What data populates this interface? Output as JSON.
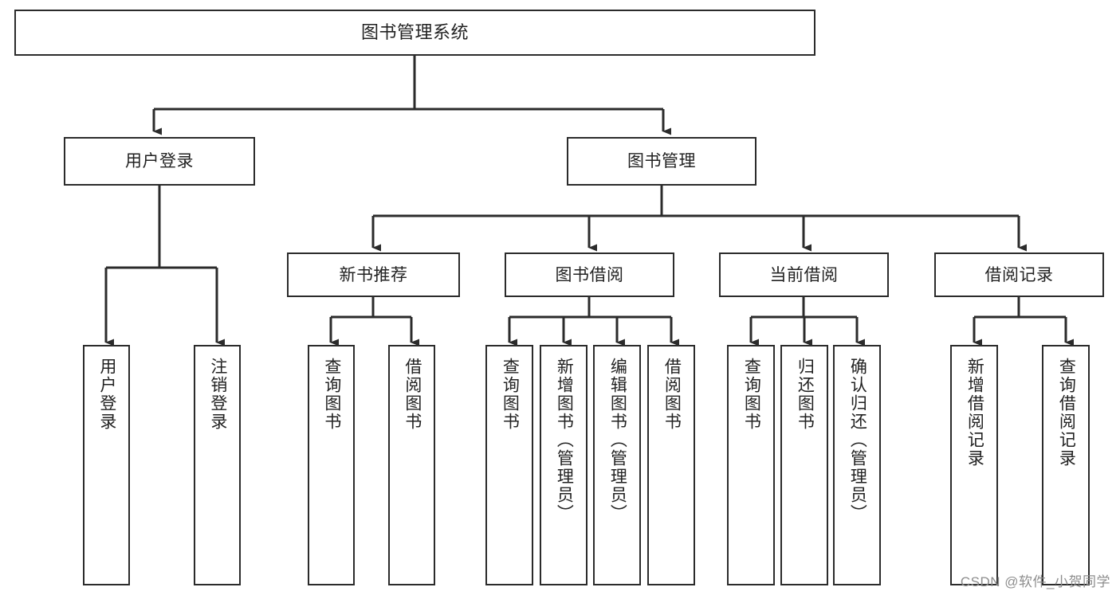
{
  "diagram": {
    "type": "tree-hierarchy-chart",
    "title": "图书管理系统",
    "orientation": "top-down",
    "colors": {
      "box_border": "#2b2b2b",
      "box_fill": "#ffffff",
      "connector": "#2b2b2b",
      "text": "#222222",
      "watermark": "#8d8d8d",
      "background": "#ffffff"
    },
    "nodes": {
      "root": {
        "label": "图书管理系统",
        "level": 0
      },
      "level1": [
        {
          "id": "user-login",
          "label": "用户登录"
        },
        {
          "id": "book-manage",
          "label": "图书管理"
        }
      ],
      "level2": [
        {
          "id": "new-book-recommend",
          "label": "新书推荐"
        },
        {
          "id": "book-borrow",
          "label": "图书借阅"
        },
        {
          "id": "current-borrow",
          "label": "当前借阅"
        },
        {
          "id": "borrow-record",
          "label": "借阅记录"
        }
      ],
      "leaves": {
        "user_login": [
          {
            "id": "leaf-user-login",
            "label": "用户登录"
          },
          {
            "id": "leaf-logout-login",
            "label": "注销登录"
          }
        ],
        "new_book_recommend": [
          {
            "id": "leaf-query-book-1",
            "label": "查询图书"
          },
          {
            "id": "leaf-borrow-book-1",
            "label": "借阅图书"
          }
        ],
        "book_borrow": [
          {
            "id": "leaf-query-book-2",
            "label": "查询图书"
          },
          {
            "id": "leaf-add-book",
            "label": "新增图书（管理员）"
          },
          {
            "id": "leaf-edit-book",
            "label": "编辑图书（管理员）"
          },
          {
            "id": "leaf-borrow-book-2",
            "label": "借阅图书"
          }
        ],
        "current_borrow": [
          {
            "id": "leaf-query-book-3",
            "label": "查询图书"
          },
          {
            "id": "leaf-return-book",
            "label": "归还图书"
          },
          {
            "id": "leaf-confirm-return",
            "label": "确认归还（管理员）"
          }
        ],
        "borrow_record": [
          {
            "id": "leaf-add-record",
            "label": "新增借阅记录"
          },
          {
            "id": "leaf-query-record",
            "label": "查询借阅记录"
          }
        ]
      }
    },
    "edges": [
      {
        "from": "图书管理系统",
        "to": "用户登录"
      },
      {
        "from": "图书管理系统",
        "to": "图书管理"
      },
      {
        "from": "用户登录",
        "to": "用户登录"
      },
      {
        "from": "用户登录",
        "to": "注销登录"
      },
      {
        "from": "图书管理",
        "to": "新书推荐"
      },
      {
        "from": "图书管理",
        "to": "图书借阅"
      },
      {
        "from": "图书管理",
        "to": "当前借阅"
      },
      {
        "from": "图书管理",
        "to": "借阅记录"
      },
      {
        "from": "新书推荐",
        "to": "查询图书"
      },
      {
        "from": "新书推荐",
        "to": "借阅图书"
      },
      {
        "from": "图书借阅",
        "to": "查询图书"
      },
      {
        "from": "图书借阅",
        "to": "新增图书（管理员）"
      },
      {
        "from": "图书借阅",
        "to": "编辑图书（管理员）"
      },
      {
        "from": "图书借阅",
        "to": "借阅图书"
      },
      {
        "from": "当前借阅",
        "to": "查询图书"
      },
      {
        "from": "当前借阅",
        "to": "归还图书"
      },
      {
        "from": "当前借阅",
        "to": "确认归还（管理员）"
      },
      {
        "from": "借阅记录",
        "to": "新增借阅记录"
      },
      {
        "from": "借阅记录",
        "to": "查询借阅记录"
      }
    ]
  },
  "watermark": {
    "text": "CSDN @软件_小贺同学"
  }
}
